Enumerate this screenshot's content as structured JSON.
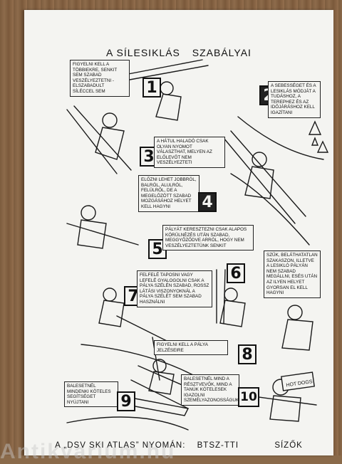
{
  "title": {
    "left": "A SÍLESIKLÁS",
    "right": "SZABÁLYAI"
  },
  "rules": [
    {
      "number": "1",
      "text": "FIGYELNI KELL A TÖBBIEKRE, SENKIT SEM SZABAD VESZÉLYEZTETNI - ELSZABADULT SÍLÉCCEL SEM"
    },
    {
      "number": "2",
      "text": "A SEBESSÉGET ÉS A LESIKLÁS MÓDJÁT A TUDÁSHOZ, A TEREPHEZ ÉS AZ IDŐJÁRÁSHOZ KELL IGAZÍTANI"
    },
    {
      "number": "3",
      "text": "A HÁTUL HALADÓ CSAK OLYAN NYOMOT VÁLASZTHAT, MELYEN AZ ELŐLEVŐT NEM VESZÉLYEZTETI"
    },
    {
      "number": "4",
      "text": "ELŐZNI LEHET JOBBRÓL, BALRÓL, ALULRÓL, FELÜLRŐL, DE A MEGELŐZÖTT SZABAD MOZGÁSÁHOZ HELYET KELL HAGYNI"
    },
    {
      "number": "5",
      "text": "PÁLYÁT KERESZTEZNI CSAK ALAPOS KÖRÜLNÉZÉS UTÁN SZABAD, MEGGYŐZŐDVE ARRÓL, HOGY NEM VESZÉLYEZTETÜNK SENKIT"
    },
    {
      "number": "6",
      "text": "SZŰK, BELÁTHATATLAN SZAKASZON, ILLETVE A LESIKLÓ PÁLYÁN NEM SZABAD MEGÁLLNI, ESÉS UTÁN AZ ILYEN HELYET GYORSAN EL KELL HAGYNI"
    },
    {
      "number": "7",
      "text": "FELFELÉ TAPOSNI VAGY LEFELÉ GYALOGOLNI CSAK A PÁLYA SZÉLÉN SZABAD, ROSSZ LÁTÁSI VISZONYOKNÁL A PÁLYA SZÉLÉT SEM SZABAD HASZNÁLNI"
    },
    {
      "number": "8",
      "text": "FIGYELNI KELL A PÁLYA JELZÉSEIRE"
    },
    {
      "number": "9",
      "text": "BALESETNÉL MINDENKI KÖTELES SEGÍTSÉGET NYÚJTANI"
    },
    {
      "number": "10",
      "text": "BALESETNÉL MIND A RÉSZTVEVŐK, MIND A TANÚK KÖTELESEK IGAZOLNI SZEMÉLYAZONOSSÁGUKAT"
    }
  ],
  "sign_text": "HOT DOGS",
  "footer": {
    "left": "A „DSV SKI ATLAS” NYOMÁN:",
    "middle": "BTSZ-TTI",
    "right": "SÍZŐK"
  },
  "watermark": "Antikvarium.hu"
}
